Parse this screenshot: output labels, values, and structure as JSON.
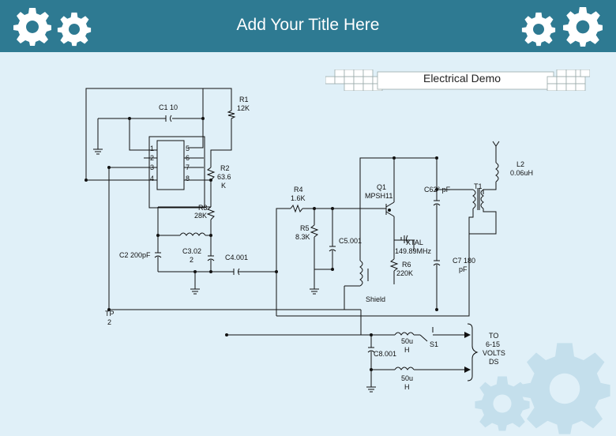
{
  "header": {
    "title": "Add Your Title Here"
  },
  "banner": {
    "label": "Electrical Demo"
  },
  "labels": {
    "c1": "C1 10",
    "r1a": "R1",
    "r1b": "12K",
    "r2a": "R2",
    "r2b": "63.6",
    "r2c": "K",
    "r3a": "R3",
    "r3b": "28K",
    "c2": "C2 200pF",
    "c3a": "C3.02",
    "c3b": "2",
    "c4": "C4.001",
    "tpa": "TP",
    "tpb": "2",
    "r4a": "R4",
    "r4b": "1.6K",
    "r5a": "R5",
    "r5b": "8.3K",
    "c5": "C5.001",
    "q1a": "Q1",
    "q1b": "MPSH11",
    "c6": "C62° pF",
    "t1": "T1",
    "l2a": "L2",
    "l2b": "0.06uH",
    "xtala": "XTAL",
    "xtalb": "149.89MHz",
    "r6a": "R6",
    "r6b": "220K",
    "c7a": "C7 180",
    "c7b": "pF",
    "shield": "Shield",
    "l4a": "50u",
    "l4b": "H",
    "s1": "S1",
    "c8": "C8.001",
    "l3a": "50u",
    "l3b": "H",
    "to1": "TO",
    "to2": "6-15",
    "to3": "VOLTS",
    "to4": "DS",
    "pin1": "1",
    "pin2": "2",
    "pin3": "3",
    "pin4": "4",
    "pin5": "5",
    "pin6": "6",
    "pin7": "7",
    "pin8": "8"
  },
  "icons": {
    "gear": "gear-icon",
    "header_color": "#2e7a92",
    "background": "#e0f0f8"
  }
}
